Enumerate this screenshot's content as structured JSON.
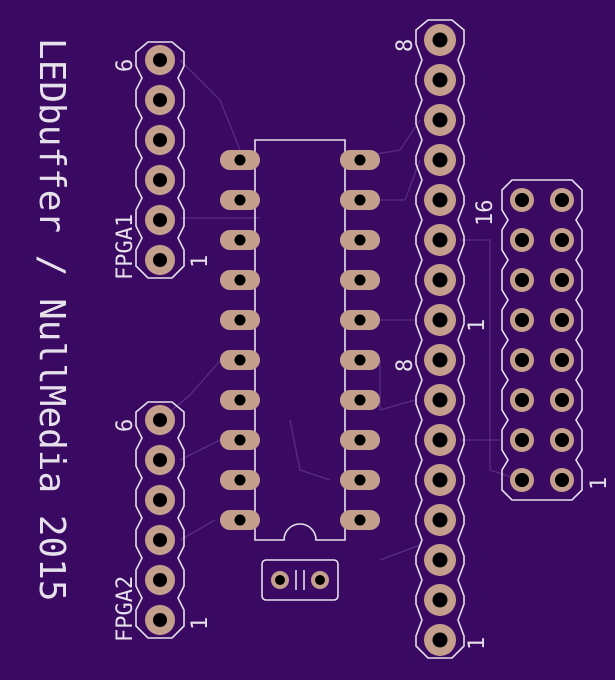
{
  "board": {
    "colors": {
      "background": "#3a0a63",
      "silkscreen": "#e6e0ea",
      "copper_pad": "#c4a08c",
      "drill": "#000000",
      "trace": "#5a2b85"
    },
    "title_text": "LEDbuffer / NullMedia 2015",
    "fpga1": {
      "label": "FPGA1",
      "pin_first": "1",
      "pin_last": "6",
      "pin_count": 6
    },
    "fpga2": {
      "label": "FPGA2",
      "pin_first": "1",
      "pin_last": "6",
      "pin_count": 6
    },
    "ic": {
      "pins_per_side": 10
    },
    "strip_a": {
      "pin_first": "1",
      "pin_last": "8",
      "pin_count": 8
    },
    "strip_b": {
      "pin_first": "1",
      "pin_last": "8",
      "pin_count": 8
    },
    "connector_16": {
      "pin_first": "1",
      "pin_last": "16",
      "rows": 8,
      "cols": 2
    },
    "capacitor": {
      "pins": 2
    }
  }
}
